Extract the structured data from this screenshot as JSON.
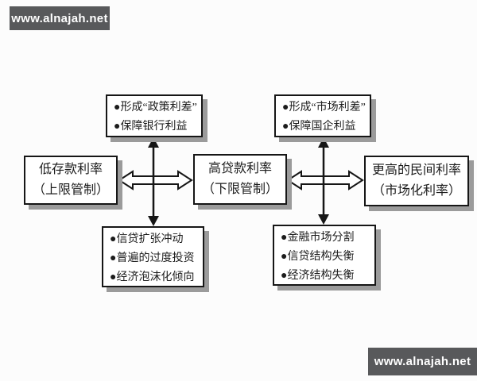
{
  "watermarks": {
    "top_left": "www.alnajah.net",
    "bottom_right": "www.alnajah.net"
  },
  "diagram": {
    "policy_spread_box": {
      "items": [
        "●形成“政策利差”",
        "●保障银行利益"
      ]
    },
    "market_spread_box": {
      "items": [
        "●形成“市场利差”",
        "●保障国企利益"
      ]
    },
    "deposit_rate_box": {
      "line1": "低存款利率",
      "line2": "（上限管制）"
    },
    "loan_rate_box": {
      "line1": "高贷款利率",
      "line2": "（下限管制）"
    },
    "private_rate_box": {
      "line1": "更高的民间利率",
      "line2": "（市场化利率）"
    },
    "credit_consequences_box": {
      "items": [
        "●信贷扩张冲动",
        "●普遍的过度投资",
        "●经济泡沫化倾向"
      ]
    },
    "market_consequences_box": {
      "items": [
        "●金融市场分割",
        "●信贷结构失衡",
        "●经济结构失衡"
      ]
    }
  },
  "colors": {
    "watermark_background": "#58595b",
    "watermark_text": "#ffffff",
    "box_border": "#161616",
    "box_shadow": "#9b9b9b",
    "background": "#fcfcfc",
    "text": "#1c1c1c"
  }
}
